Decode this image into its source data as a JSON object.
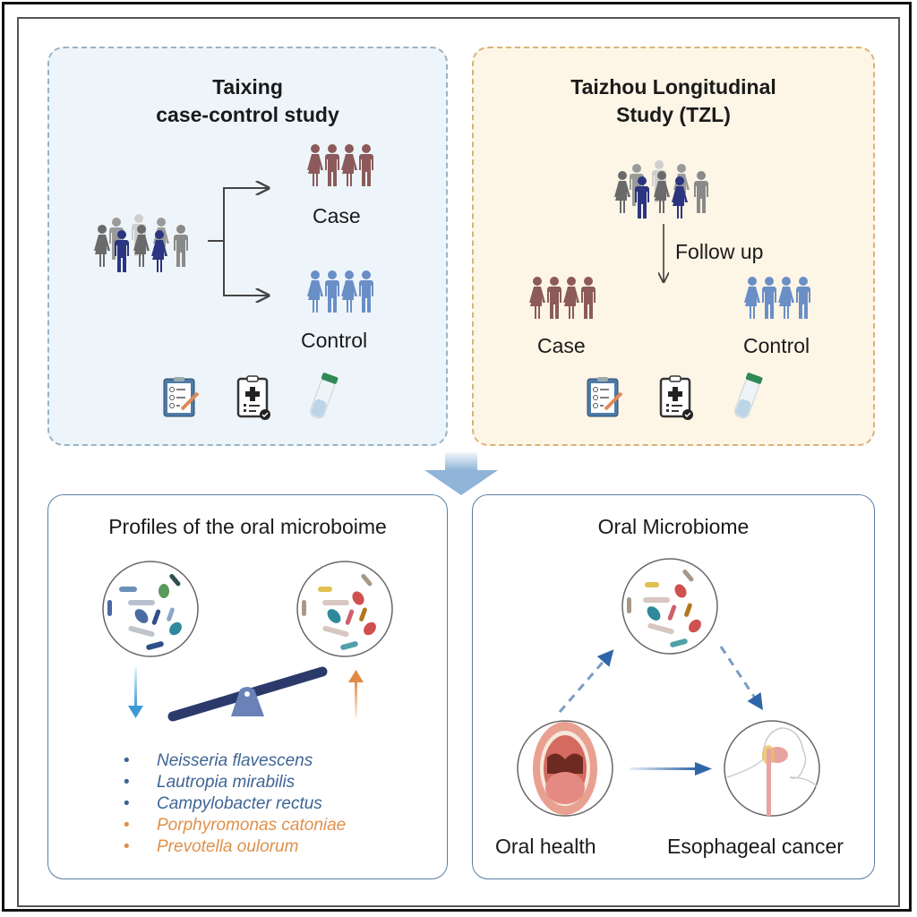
{
  "taixing": {
    "title_line1": "Taixing",
    "title_line2": "case-control study",
    "case_label": "Case",
    "control_label": "Control",
    "icons": [
      "questionnaire-icon",
      "medical-record-icon",
      "sample-tube-icon"
    ]
  },
  "tzl": {
    "title_line1": "Taizhou Longitudinal",
    "title_line2": "Study (TZL)",
    "follow_up_label": "Follow up",
    "case_label": "Case",
    "control_label": "Control",
    "icons": [
      "questionnaire-icon",
      "medical-record-icon",
      "sample-tube-icon"
    ]
  },
  "profiles": {
    "title": "Profiles of the oral microboime",
    "species": [
      {
        "name": "Neisseria flavescens",
        "direction": "down",
        "color": "#3f6595"
      },
      {
        "name": "Lautropia mirabilis",
        "direction": "down",
        "color": "#3f6595"
      },
      {
        "name": "Campylobacter rectus",
        "direction": "down",
        "color": "#3f6595"
      },
      {
        "name": "Porphyromonas catoniae",
        "direction": "up",
        "color": "#e0904a"
      },
      {
        "name": "Prevotella oulorum",
        "direction": "up",
        "color": "#e0904a"
      }
    ]
  },
  "oral": {
    "title": "Oral Microbiome",
    "oral_health_label": "Oral health",
    "esophageal_label": "Esophageal cancer"
  },
  "colors": {
    "case": "#8c5a5a",
    "control": "#6a8fc7",
    "down_arrow": "#3a9ad4",
    "up_arrow": "#e08a45",
    "seesaw": "#2b3a6b",
    "flow_arrow": "#8fb4d8",
    "triangle_arrow": "#2f66a8"
  }
}
